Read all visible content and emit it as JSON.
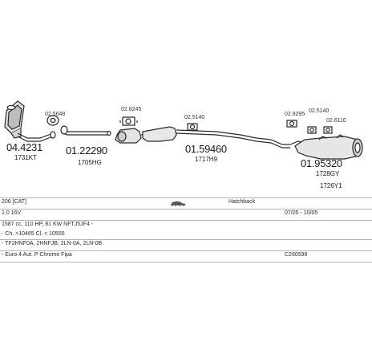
{
  "parts": {
    "p1": {
      "code": "04.4231",
      "ref": "1731KT"
    },
    "p2": {
      "code": "01.22290",
      "ref": "1705HG"
    },
    "p3": {
      "code": "01.59460",
      "ref": "1717H9"
    },
    "p4": {
      "code": "01.95320",
      "ref1": "1728GY",
      "ref2": "1726Y1"
    }
  },
  "small_labels": {
    "s1": "02.5648",
    "s2": "02.8245",
    "s3": "02.5140",
    "s4": "02.8295",
    "s5": "02.5140",
    "s6": "02.6110"
  },
  "table": {
    "r1": {
      "c1": "206  [CAT]",
      "c3": "Hatchback"
    },
    "r2": {
      "c1": "1.0 16V",
      "c2": "07/05 - 10/05"
    },
    "r3": {
      "c1": "1587 cc, 110 HP, 81 KW  NFTJ5JF4 -"
    },
    "r4": {
      "c1": "- Ch. >10465 Cl. < 10555"
    },
    "r5": {
      "c1": "- TF2HNF0A, 2HNFJB, 2LN-0A, 2LN-0B"
    },
    "r6": {
      "c1": "- Euro 4   Aut.  P Chrome Fipa",
      "c2": "C260598"
    }
  }
}
